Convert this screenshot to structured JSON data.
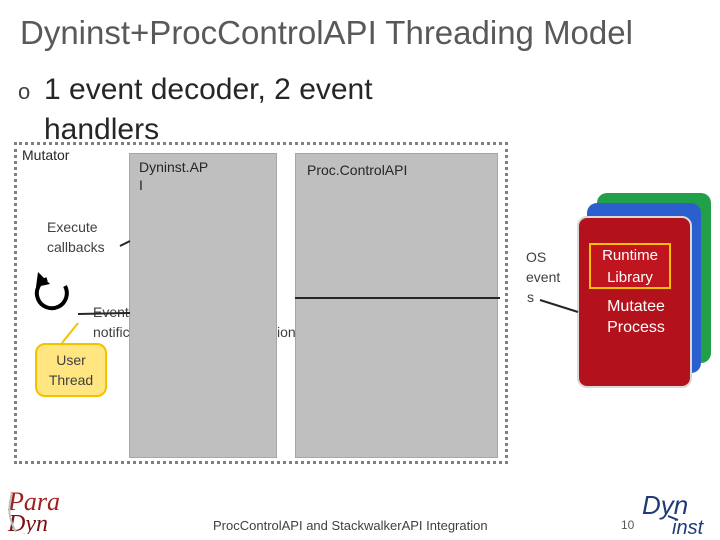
{
  "slide": {
    "title": "Dyninst+ProcControlAPI Threading Model",
    "bullet": "1 event decoder, 2 event handlers",
    "footer": "ProcControlAPI and StackwalkerAPI Integration",
    "page_number": "10"
  },
  "diagram": {
    "mutator_label": "Mutator",
    "dyninst_label_line1": "Dyninst.AP",
    "dyninst_label_line2": "I",
    "proccontrol_label": "Proc.ControlAPI",
    "execute_callbacks_line1": "Execute",
    "execute_callbacks_line2": "callbacks",
    "event_notification_line1": "Event",
    "event_notification_line2": "notific",
    "event_notification_tail": "ion",
    "os_events_line1": "OS",
    "os_events_line2": "event",
    "os_events_line3": "s",
    "user_thread_line1": "User",
    "user_thread_line2": "Thread",
    "runtime_library_line1": "Runtime",
    "runtime_library_line2": "Library",
    "mutatee_process_line1": "Mutatee",
    "mutatee_process_line2": "Process",
    "colors": {
      "thread_box": "#bfbfbf",
      "user_thread": "#ffe680",
      "mutatee_red": "#b3121c",
      "mutatee_blue": "#2c5fce",
      "mutatee_green": "#21a049",
      "runtime_border": "#ffc000"
    }
  },
  "logos": {
    "left_logo_line1": "Para",
    "left_logo_line2": "Dyn",
    "right_logo_line1": "Dyn",
    "right_logo_line2": "inst"
  }
}
